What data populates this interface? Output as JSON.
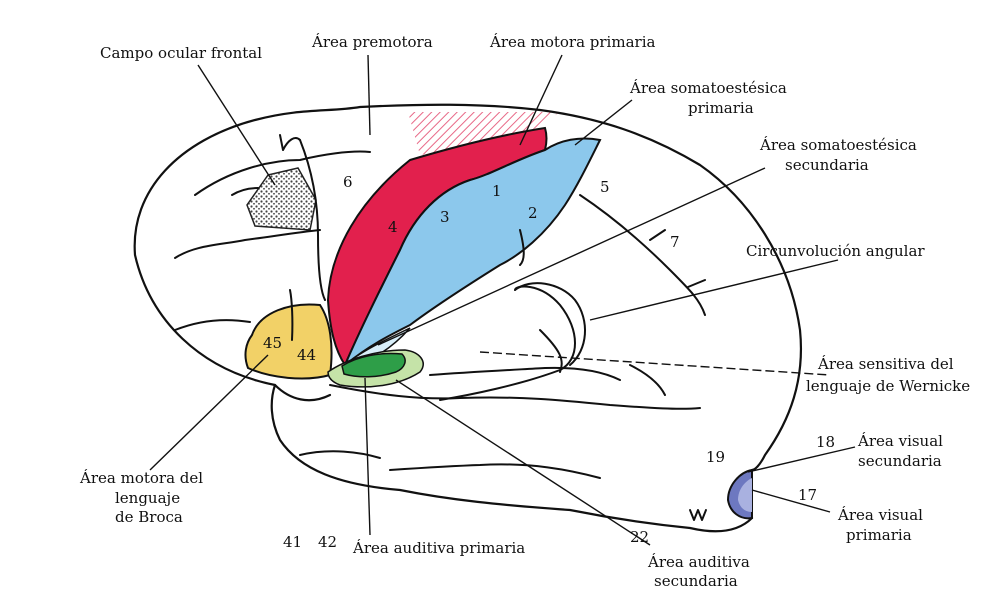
{
  "colors": {
    "motora_primaria": "#e2204d",
    "somatoestesica_primaria": "#8cc8ec",
    "broca": "#f2d167",
    "auditiva_primaria": "#2e9e48",
    "auditiva_secundaria": "#c5e3a8",
    "visual_primaria": "#6d78c0",
    "premotora_hatch": "#e86a88",
    "campo_ocular": "#555555"
  },
  "labels": {
    "campo_ocular": "Campo ocular frontal",
    "premotora": "Área premotora",
    "motora_primaria": "Área motora primaria",
    "somato_primaria_1": "Área somatoestésica",
    "somato_primaria_2": "primaria",
    "somato_secundaria_1": "Área somatoestésica",
    "somato_secundaria_2": "secundaria",
    "circunvolucion": "Circunvolución angular",
    "wernicke_1": "Área sensitiva del",
    "wernicke_2": "lenguaje de Wernicke",
    "visual_sec_1": "Área visual",
    "visual_sec_2": "secundaria",
    "visual_pri_1": "Área visual",
    "visual_pri_2": "primaria",
    "auditiva_sec_1": "Área auditiva",
    "auditiva_sec_2": "secundaria",
    "auditiva_pri": "Área auditiva primaria",
    "broca_1": "Área motora del",
    "broca_2": "lenguaje",
    "broca_3": "de Broca"
  },
  "areas": {
    "a6": "6",
    "a4": "4",
    "a3": "3",
    "a1": "1",
    "a2": "2",
    "a5": "5",
    "a7": "7",
    "a45": "45",
    "a44": "44",
    "a41": "41",
    "a42": "42",
    "a22": "22",
    "a19": "19",
    "a18": "18",
    "a17": "17"
  }
}
